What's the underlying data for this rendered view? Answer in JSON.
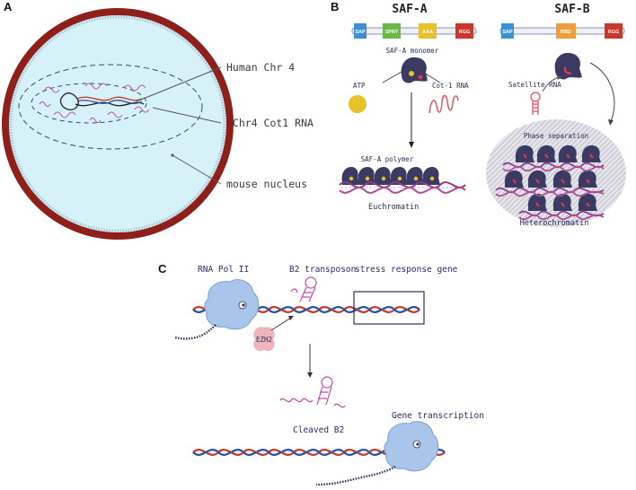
{
  "panels": {
    "a": {
      "letter": "A",
      "labels": {
        "chr4": "Human Chr 4",
        "cot1": "hChr4 Cot1 RNA",
        "nucleus": "mouse nucleus"
      }
    },
    "b": {
      "letter": "B",
      "saf_a": {
        "title": "SAF-A",
        "domains": [
          "SAP",
          "SPRY",
          "AAA",
          "RGG"
        ],
        "monomer": "SAF-A monomer",
        "atp": "ATP",
        "cot1": "Cot-1 RNA",
        "polymer": "SAF-A polymer",
        "euchromatin": "Euchromatin"
      },
      "saf_b": {
        "title": "SAF-B",
        "domains": [
          "SAP",
          "RBD",
          "RGG"
        ],
        "satellite": "Satellite RNA",
        "phase": "Phase separation",
        "heterochromatin": "Heterochromatin"
      }
    },
    "c": {
      "letter": "C",
      "pol2": "RNA Pol II",
      "b2": "B2 transposon",
      "gene": "stress response gene",
      "ezh2": "EZH2",
      "cleaved": "Cleaved B2",
      "transcription": "Gene transcription"
    }
  },
  "colors": {
    "nucleus_rim": "#8e1f1a",
    "nucleus_fill": "#d7f1f8",
    "dna_red": "#c0392b",
    "dna_blue": "#2a4f9a",
    "rna_magenta": "#c34aa8",
    "protein_navy": "#3a3a62",
    "domain_sap": "#3b8fd3",
    "domain_spry": "#69b84a",
    "domain_aaa": "#e7c12a",
    "domain_rgg": "#c9372c",
    "domain_rbd": "#ee9d3b"
  }
}
